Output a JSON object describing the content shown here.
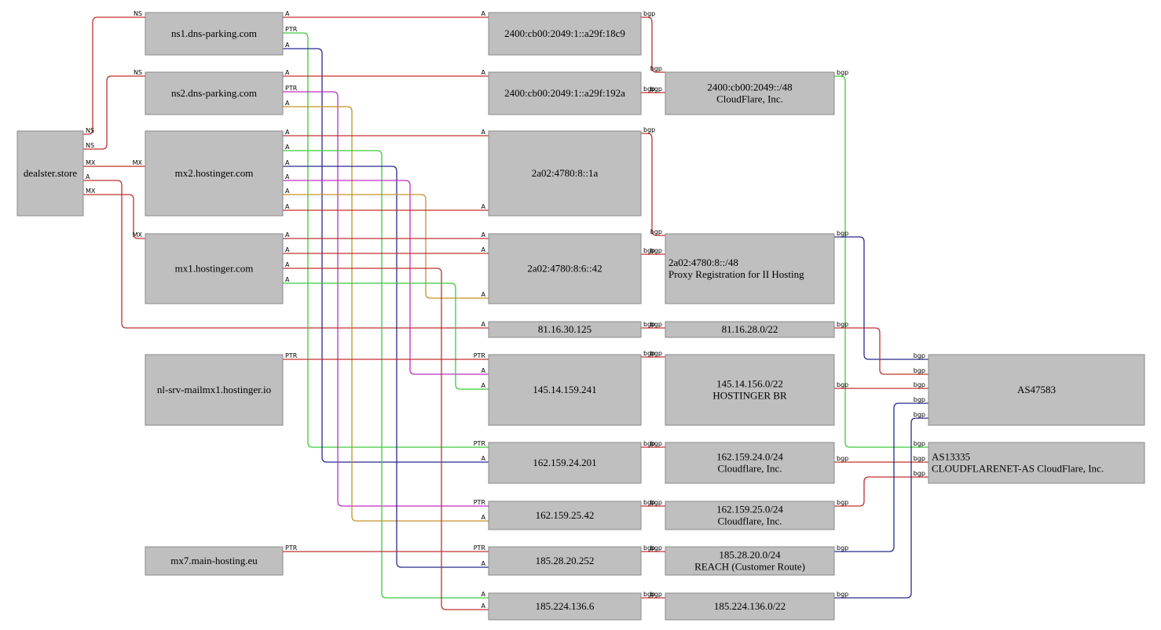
{
  "colors": {
    "red": "#c0302f",
    "green": "#3cc93c",
    "blue": "#28288f",
    "magenta": "#c02cc0",
    "orange": "#c89028",
    "node_fill": "#c0bfc0"
  },
  "nodes": [
    {
      "id": "dealster",
      "lines": [
        "dealster.store"
      ]
    },
    {
      "id": "ns1",
      "lines": [
        "ns1.dns-parking.com"
      ]
    },
    {
      "id": "ns2",
      "lines": [
        "ns2.dns-parking.com"
      ]
    },
    {
      "id": "mx2",
      "lines": [
        "mx2.hostinger.com"
      ]
    },
    {
      "id": "mx1",
      "lines": [
        "mx1.hostinger.com"
      ]
    },
    {
      "id": "nlsrv",
      "lines": [
        "nl-srv-mailmx1.hostinger.io"
      ]
    },
    {
      "id": "mx7",
      "lines": [
        "mx7.main-hosting.eu"
      ]
    },
    {
      "id": "ip6a",
      "lines": [
        "2400:cb00:2049:1::a29f:18c9"
      ]
    },
    {
      "id": "ip6b",
      "lines": [
        "2400:cb00:2049:1::a29f:192a"
      ]
    },
    {
      "id": "ip6c",
      "lines": [
        "2a02:4780:8::1a"
      ]
    },
    {
      "id": "ip6d",
      "lines": [
        "2a02:4780:8:6::42"
      ]
    },
    {
      "id": "ip81",
      "lines": [
        "81.16.30.125"
      ]
    },
    {
      "id": "ip145",
      "lines": [
        "145.14.159.241"
      ]
    },
    {
      "id": "ip162a",
      "lines": [
        "162.159.24.201"
      ]
    },
    {
      "id": "ip162b",
      "lines": [
        "162.159.25.42"
      ]
    },
    {
      "id": "ip185a",
      "lines": [
        "185.28.20.252"
      ]
    },
    {
      "id": "ip185b",
      "lines": [
        "185.224.136.6"
      ]
    },
    {
      "id": "pfx2400",
      "lines": [
        "2400:cb00:2049::/48",
        "CloudFlare, Inc."
      ]
    },
    {
      "id": "pfx2a02",
      "lines": [
        "2a02:4780:8::/48",
        "Proxy Registration for II Hosting"
      ]
    },
    {
      "id": "pfx81",
      "lines": [
        "81.16.28.0/22"
      ]
    },
    {
      "id": "pfx145",
      "lines": [
        "145.14.156.0/22",
        "HOSTINGER BR"
      ]
    },
    {
      "id": "pfx162a",
      "lines": [
        "162.159.24.0/24",
        "Cloudflare, Inc."
      ]
    },
    {
      "id": "pfx162b",
      "lines": [
        "162.159.25.0/24",
        "Cloudflare, Inc."
      ]
    },
    {
      "id": "pfx185a",
      "lines": [
        "185.28.20.0/24",
        "REACH (Customer Route)"
      ]
    },
    {
      "id": "pfx185b",
      "lines": [
        "185.224.136.0/22"
      ]
    },
    {
      "id": "as47583",
      "lines": [
        "AS47583"
      ]
    },
    {
      "id": "as13335",
      "lines": [
        "AS13335",
        "CLOUDFLARENET-AS CloudFlare, Inc."
      ]
    }
  ],
  "edge_labels": {
    "ns": "NS",
    "mx": "MX",
    "a": "A",
    "ptr": "PTR",
    "bgp": "bgp"
  }
}
